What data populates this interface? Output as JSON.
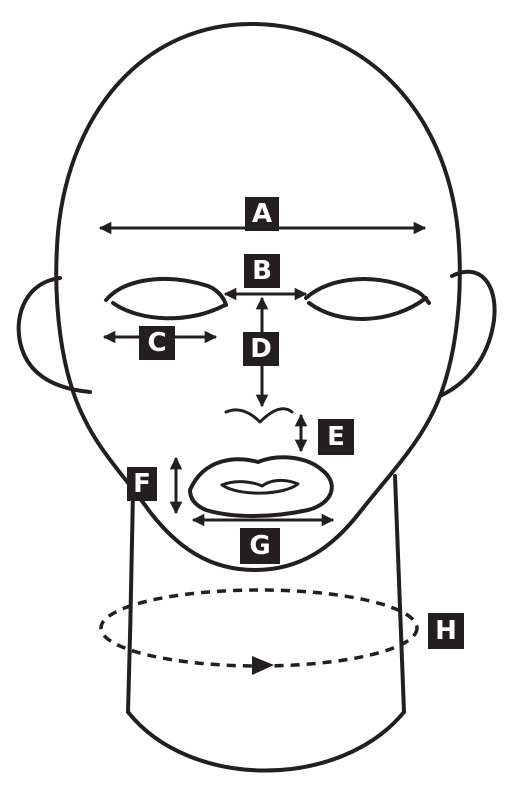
{
  "labels": {
    "a": "A",
    "b": "B",
    "c": "C",
    "d": "D",
    "e": "E",
    "f": "F",
    "g": "G",
    "h": "H"
  },
  "colors": {
    "ink": "#231f20",
    "label_text": "#ffffff",
    "background": "#ffffff"
  }
}
